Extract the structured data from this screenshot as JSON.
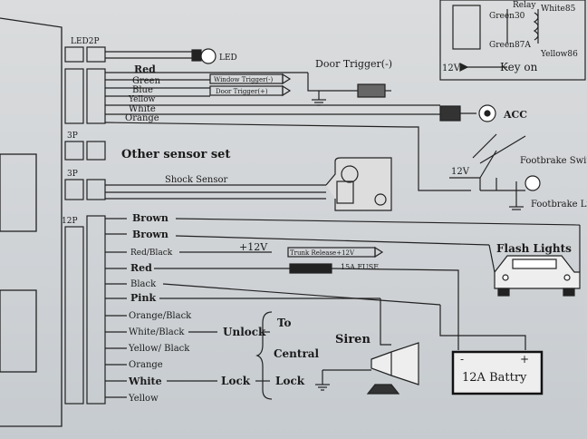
{
  "connectors": {
    "led2p": "LED2P",
    "p3a": "3P",
    "p3b": "3P",
    "p12": "12P"
  },
  "labels": {
    "led": "LED",
    "door_trigger": "Door Trigger(-)",
    "window_trigger": "Window Trigger(-)",
    "door_trigger_pos": "Door Trigger(+)",
    "acc": "ACC",
    "other_sensor": "Other sensor set",
    "shock_sensor": "Shock Sensor",
    "v12_relay": "12V",
    "v12_foot": "12V",
    "footbrake_switch": "Footbrake Swit",
    "footbrake_light": "Footbrake Lig",
    "flash_lights": "Flash Lights",
    "plus12v": "+12V",
    "trunk_release": "Trunk Release+12V",
    "fuse": "15A FUSE",
    "unlock": "Unlock",
    "lock": "Lock",
    "to": "To",
    "central": "Central",
    "lock2": "Lock",
    "siren": "Siren",
    "battery": "12A Battry",
    "battery_minus": "-",
    "battery_plus": "+",
    "relay_label": "Relay",
    "relay_green30": "Green30",
    "relay_white85": "White85",
    "relay_green87a": "Green87A",
    "relay_yellow86": "Yellow86",
    "key_on": "Key on"
  },
  "wires_2p_group": [
    "Red",
    "Green",
    "Blue",
    "Yellow",
    "White",
    "Orange"
  ],
  "wires_12p": [
    "Brown",
    "Brown",
    "Red/Black",
    "Red",
    "Black",
    "Pink",
    "Orange/Black",
    "White/Black",
    "Yellow/ Black",
    "Orange",
    "White",
    "Yellow"
  ]
}
